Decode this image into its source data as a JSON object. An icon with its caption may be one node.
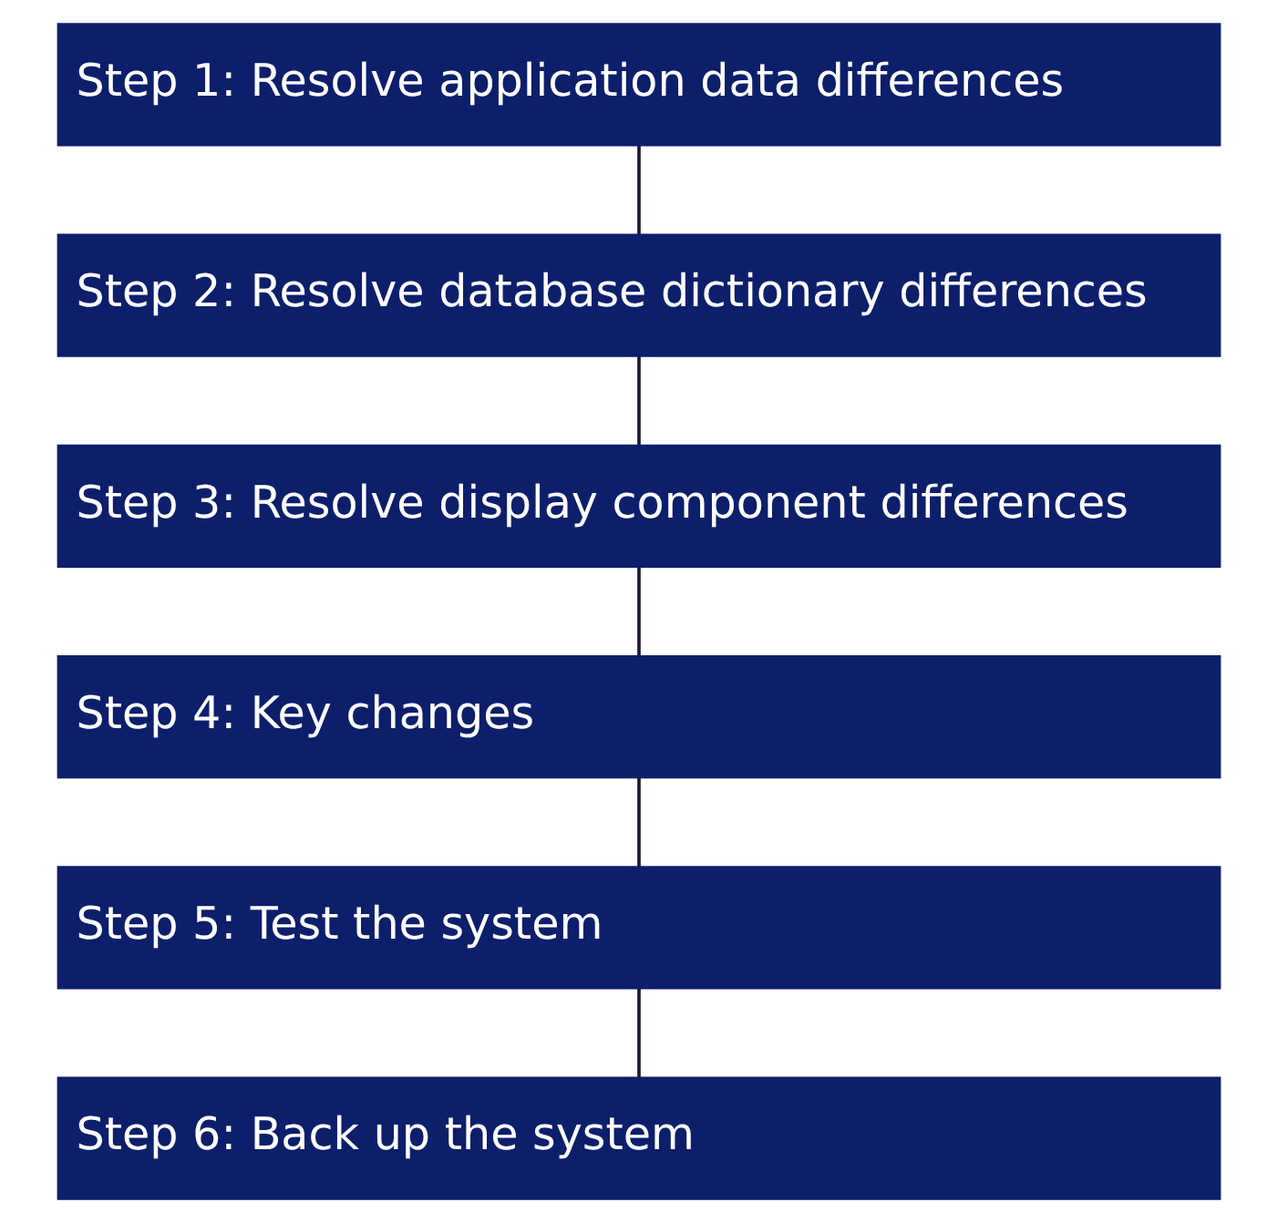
{
  "diagram": {
    "nodes": [
      {
        "text": [
          "Step 1: Resolve application data differences"
        ]
      },
      {
        "text": [
          "Step 2: Resolve database dictionary differences"
        ]
      },
      {
        "text": [
          "Step 3: Resolve display component differences"
        ]
      },
      {
        "text": [
          "Step 4: Key changes"
        ]
      },
      {
        "text": [
          "Step 5: Test the system"
        ]
      },
      {
        "text": [
          "Step 6: Back up the system"
        ]
      }
    ],
    "edges": [
      {
        "from": 0,
        "to": 1,
        "arrow": "none"
      },
      {
        "from": 1,
        "to": 2,
        "arrow": "none"
      },
      {
        "from": 2,
        "to": 3,
        "arrow": "none"
      },
      {
        "from": 3,
        "to": 4,
        "arrow": "none"
      },
      {
        "from": 4,
        "to": 5,
        "arrow": "none"
      }
    ]
  }
}
